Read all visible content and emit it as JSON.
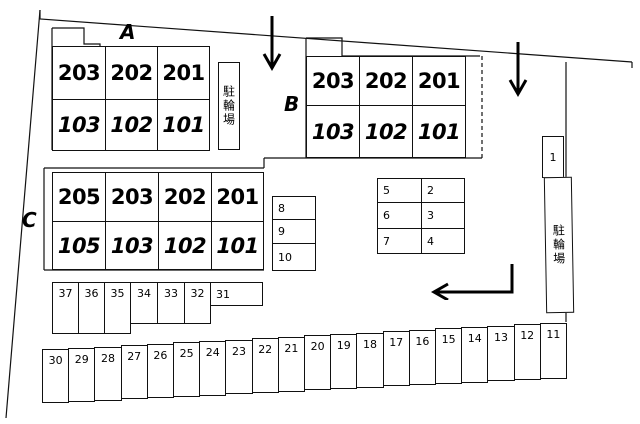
{
  "labels": {
    "a": "A",
    "b": "B",
    "c": "C"
  },
  "bike_parking": {
    "text": "駐輪場"
  },
  "bldg_a": {
    "upper": [
      "203",
      "202",
      "201"
    ],
    "lower": [
      "103",
      "102",
      "101"
    ]
  },
  "bldg_b": {
    "upper": [
      "203",
      "202",
      "201"
    ],
    "lower": [
      "103",
      "102",
      "101"
    ]
  },
  "bldg_c": {
    "upper": [
      "205",
      "203",
      "202",
      "201"
    ],
    "lower": [
      "105",
      "103",
      "102",
      "101"
    ]
  },
  "parking": {
    "row_top": [
      "37",
      "36",
      "35",
      "34",
      "33",
      "32",
      "31"
    ],
    "col_mid": [
      "8",
      "9",
      "10"
    ],
    "grid_left": [
      "5",
      "6",
      "7"
    ],
    "grid_right": [
      "2",
      "3",
      "4"
    ],
    "right_single": "1",
    "bottom_row": [
      "30",
      "29",
      "28",
      "27",
      "26",
      "25",
      "24",
      "23",
      "22",
      "21",
      "20",
      "19",
      "18",
      "17",
      "16",
      "15",
      "14",
      "13",
      "12",
      "11"
    ]
  },
  "icons": [
    "arrow-down-icon",
    "arrow-down-icon",
    "arrow-left-icon"
  ]
}
